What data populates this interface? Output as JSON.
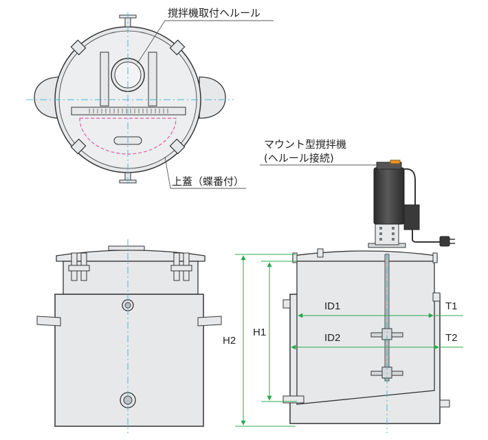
{
  "labels": {
    "ferrule_mount": "撹拌機取付ヘルール",
    "top_lid": "上蓋（蝶番付）",
    "mixer_line1": "マウント型撹拌機",
    "mixer_line2": "(ヘルール接続)"
  },
  "dimensions": {
    "id1": "ID1",
    "id2": "ID2",
    "t1": "T1",
    "t2": "T2",
    "h1": "H1",
    "h2": "H2"
  },
  "colors": {
    "body_fill": "#e6e8ea",
    "outline": "#333333",
    "center_line": "#4fb3d9",
    "dim_line": "#2aa84a",
    "lid_gasket": "#e05aa8",
    "motor": "#3a3a3a",
    "accent_orange": "#e8962a"
  },
  "icons": {
    "motor": "mixer-motor-icon",
    "plug": "power-plug-icon"
  }
}
